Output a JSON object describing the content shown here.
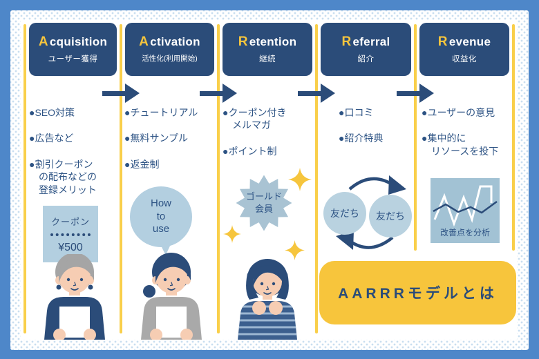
{
  "colors": {
    "frame_blue": "#4e87c9",
    "navy": "#2b4c79",
    "accent_yellow": "#f6c53d",
    "light_blue": "#b3cfe0",
    "flesh": "#f6cdb3"
  },
  "stages": [
    {
      "letter": "A",
      "rest": "cquisition",
      "subtitle": "ユーザー獲得",
      "bullets": [
        "●SEO対策",
        "●広告など",
        "●割引クーポン\nの配布などの\n登録メリット"
      ]
    },
    {
      "letter": "A",
      "rest": "ctivation",
      "subtitle": "活性化(利用開始)",
      "bullets": [
        "●チュートリアル",
        "●無料サンプル",
        "●返金制"
      ]
    },
    {
      "letter": "R",
      "rest": "etention",
      "subtitle": "継続",
      "bullets": [
        "●クーポン付き\nメルマガ",
        "●ポイント制"
      ]
    },
    {
      "letter": "R",
      "rest": "eferral",
      "subtitle": "紹介",
      "bullets": [
        "●口コミ",
        "●紹介特典"
      ]
    },
    {
      "letter": "R",
      "rest": "evenue",
      "subtitle": "収益化",
      "bullets": [
        "●ユーザーの意見",
        "●集中的に\nリソースを投下"
      ]
    }
  ],
  "illustrations": {
    "coupon_card": {
      "label": "クーポン",
      "price": "¥500"
    },
    "howto_bubble": {
      "text": "How\nto\nuse"
    },
    "gold_badge": {
      "text": "ゴールド\n会員"
    },
    "referral_cycle": {
      "left": "友だち",
      "right": "友だち"
    },
    "analytics": {
      "caption": "改善点を分析"
    }
  },
  "footer": {
    "title": "AARRRモデルとは"
  }
}
